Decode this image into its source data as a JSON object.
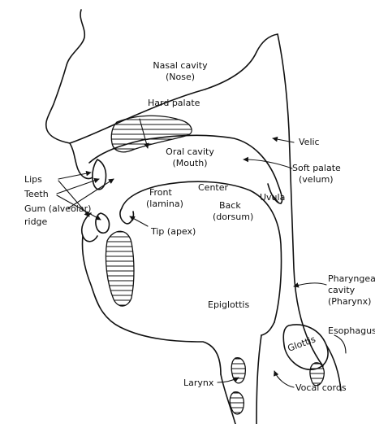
{
  "labels": {
    "nasal_cavity_line1": "Nasal cavity",
    "nasal_cavity_line2": "(Nose)",
    "hard_palate": "Hard palate",
    "velic": "Velic",
    "oral_cavity_line1": "Oral cavity",
    "oral_cavity_line2": "(Mouth)",
    "soft_palate_line1": "Soft palate",
    "soft_palate_line2": "(velum)",
    "lips": "Lips",
    "teeth": "Teeth",
    "gum_line1": "Gum (alveolar)",
    "gum_line2": "ridge",
    "front_line1": "Front",
    "front_line2": "(lamina)",
    "center": "Center",
    "back_line1": "Back",
    "back_line2": "(dorsum)",
    "uvula": "Uvula",
    "tip": "Tip (apex)",
    "pharyngeal_line1": "Pharyngeal",
    "pharyngeal_line2": "cavity",
    "pharyngeal_line3": "(Pharynx)",
    "epiglottis": "Epiglottis",
    "glottis": "Glottis",
    "esophagus": "Esophagus",
    "larynx": "Larynx",
    "vocal_cords": "Vocal cords"
  }
}
